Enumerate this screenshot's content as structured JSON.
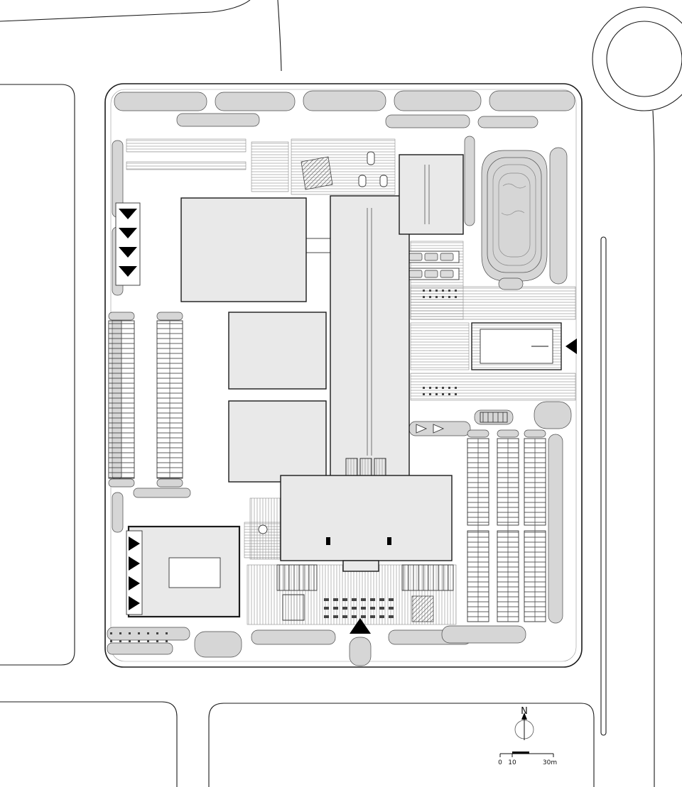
{
  "plan": {
    "compass": {
      "label": "N"
    },
    "scale_bar": {
      "tick0": "0",
      "tick1": "10",
      "tick2": "30m"
    }
  },
  "colors": {
    "line": "#1a1a1a",
    "building": "#e9e9e9",
    "landscape": "#d6d6d6",
    "paper": "#ffffff",
    "marker": "#000000"
  }
}
